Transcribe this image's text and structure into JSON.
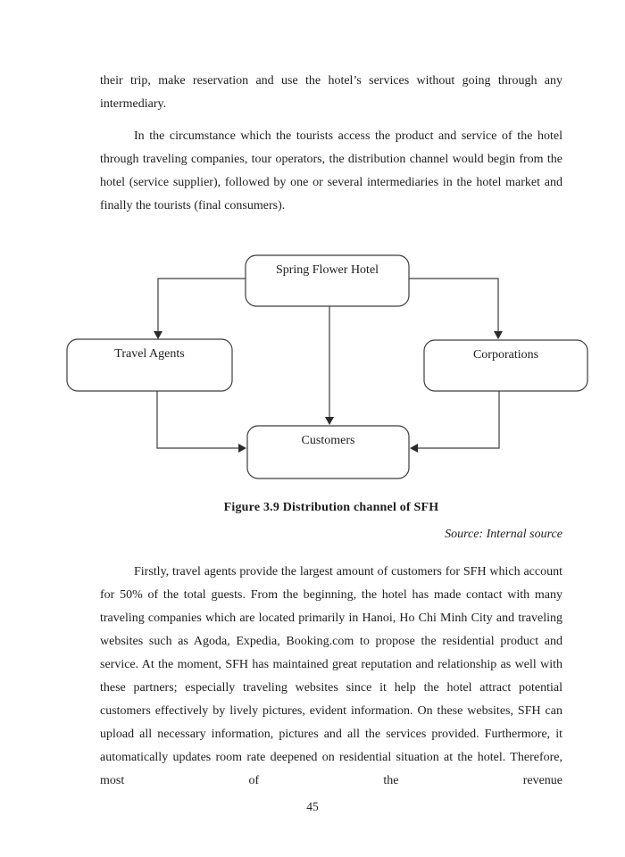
{
  "document": {
    "paragraphs": [
      "their trip, make reservation and use the hotel’s services without going through any intermediary.",
      "In the circumstance which the tourists access the product and service of the hotel through traveling companies, tour operators, the distribution channel would begin from the hotel (service supplier), followed by one or several intermediaries in the hotel market and finally the tourists (final consumers).",
      "Firstly, travel agents provide the largest amount of customers for SFH which account for 50% of the total guests. From the beginning, the hotel has made contact with many traveling companies which are located primarily in Hanoi, Ho Chi Minh City and traveling websites such as Agoda, Expedia, Booking.com to propose the residential product and service. At the moment, SFH has maintained great reputation and relationship as well with these partners; especially traveling websites since it help the hotel attract potential customers effectively by lively pictures, evident information. On these websites, SFH can upload all necessary information, pictures and all the services provided. Furthermore, it automatically updates room rate deepened on residential situation at the hotel. Therefore, most of the revenue"
    ],
    "page_number": "45"
  },
  "figure": {
    "caption": "Figure 3.9 Distribution channel of SFH",
    "source": "Source: Internal source",
    "diagram": {
      "nodes": [
        {
          "id": "hotel",
          "label": "Spring Flower Hotel"
        },
        {
          "id": "travel-agents",
          "label": "Travel Agents"
        },
        {
          "id": "corporations",
          "label": "Corporations"
        },
        {
          "id": "customers",
          "label": "Customers"
        }
      ],
      "edges": [
        {
          "from": "hotel",
          "to": "travel-agents"
        },
        {
          "from": "hotel",
          "to": "corporations"
        },
        {
          "from": "hotel",
          "to": "customers"
        },
        {
          "from": "travel-agents",
          "to": "customers"
        },
        {
          "from": "corporations",
          "to": "customers"
        }
      ],
      "line_color": "#3d3d3d"
    }
  },
  "colors": {
    "text": "#1d1d1d",
    "background": "#ffffff"
  }
}
